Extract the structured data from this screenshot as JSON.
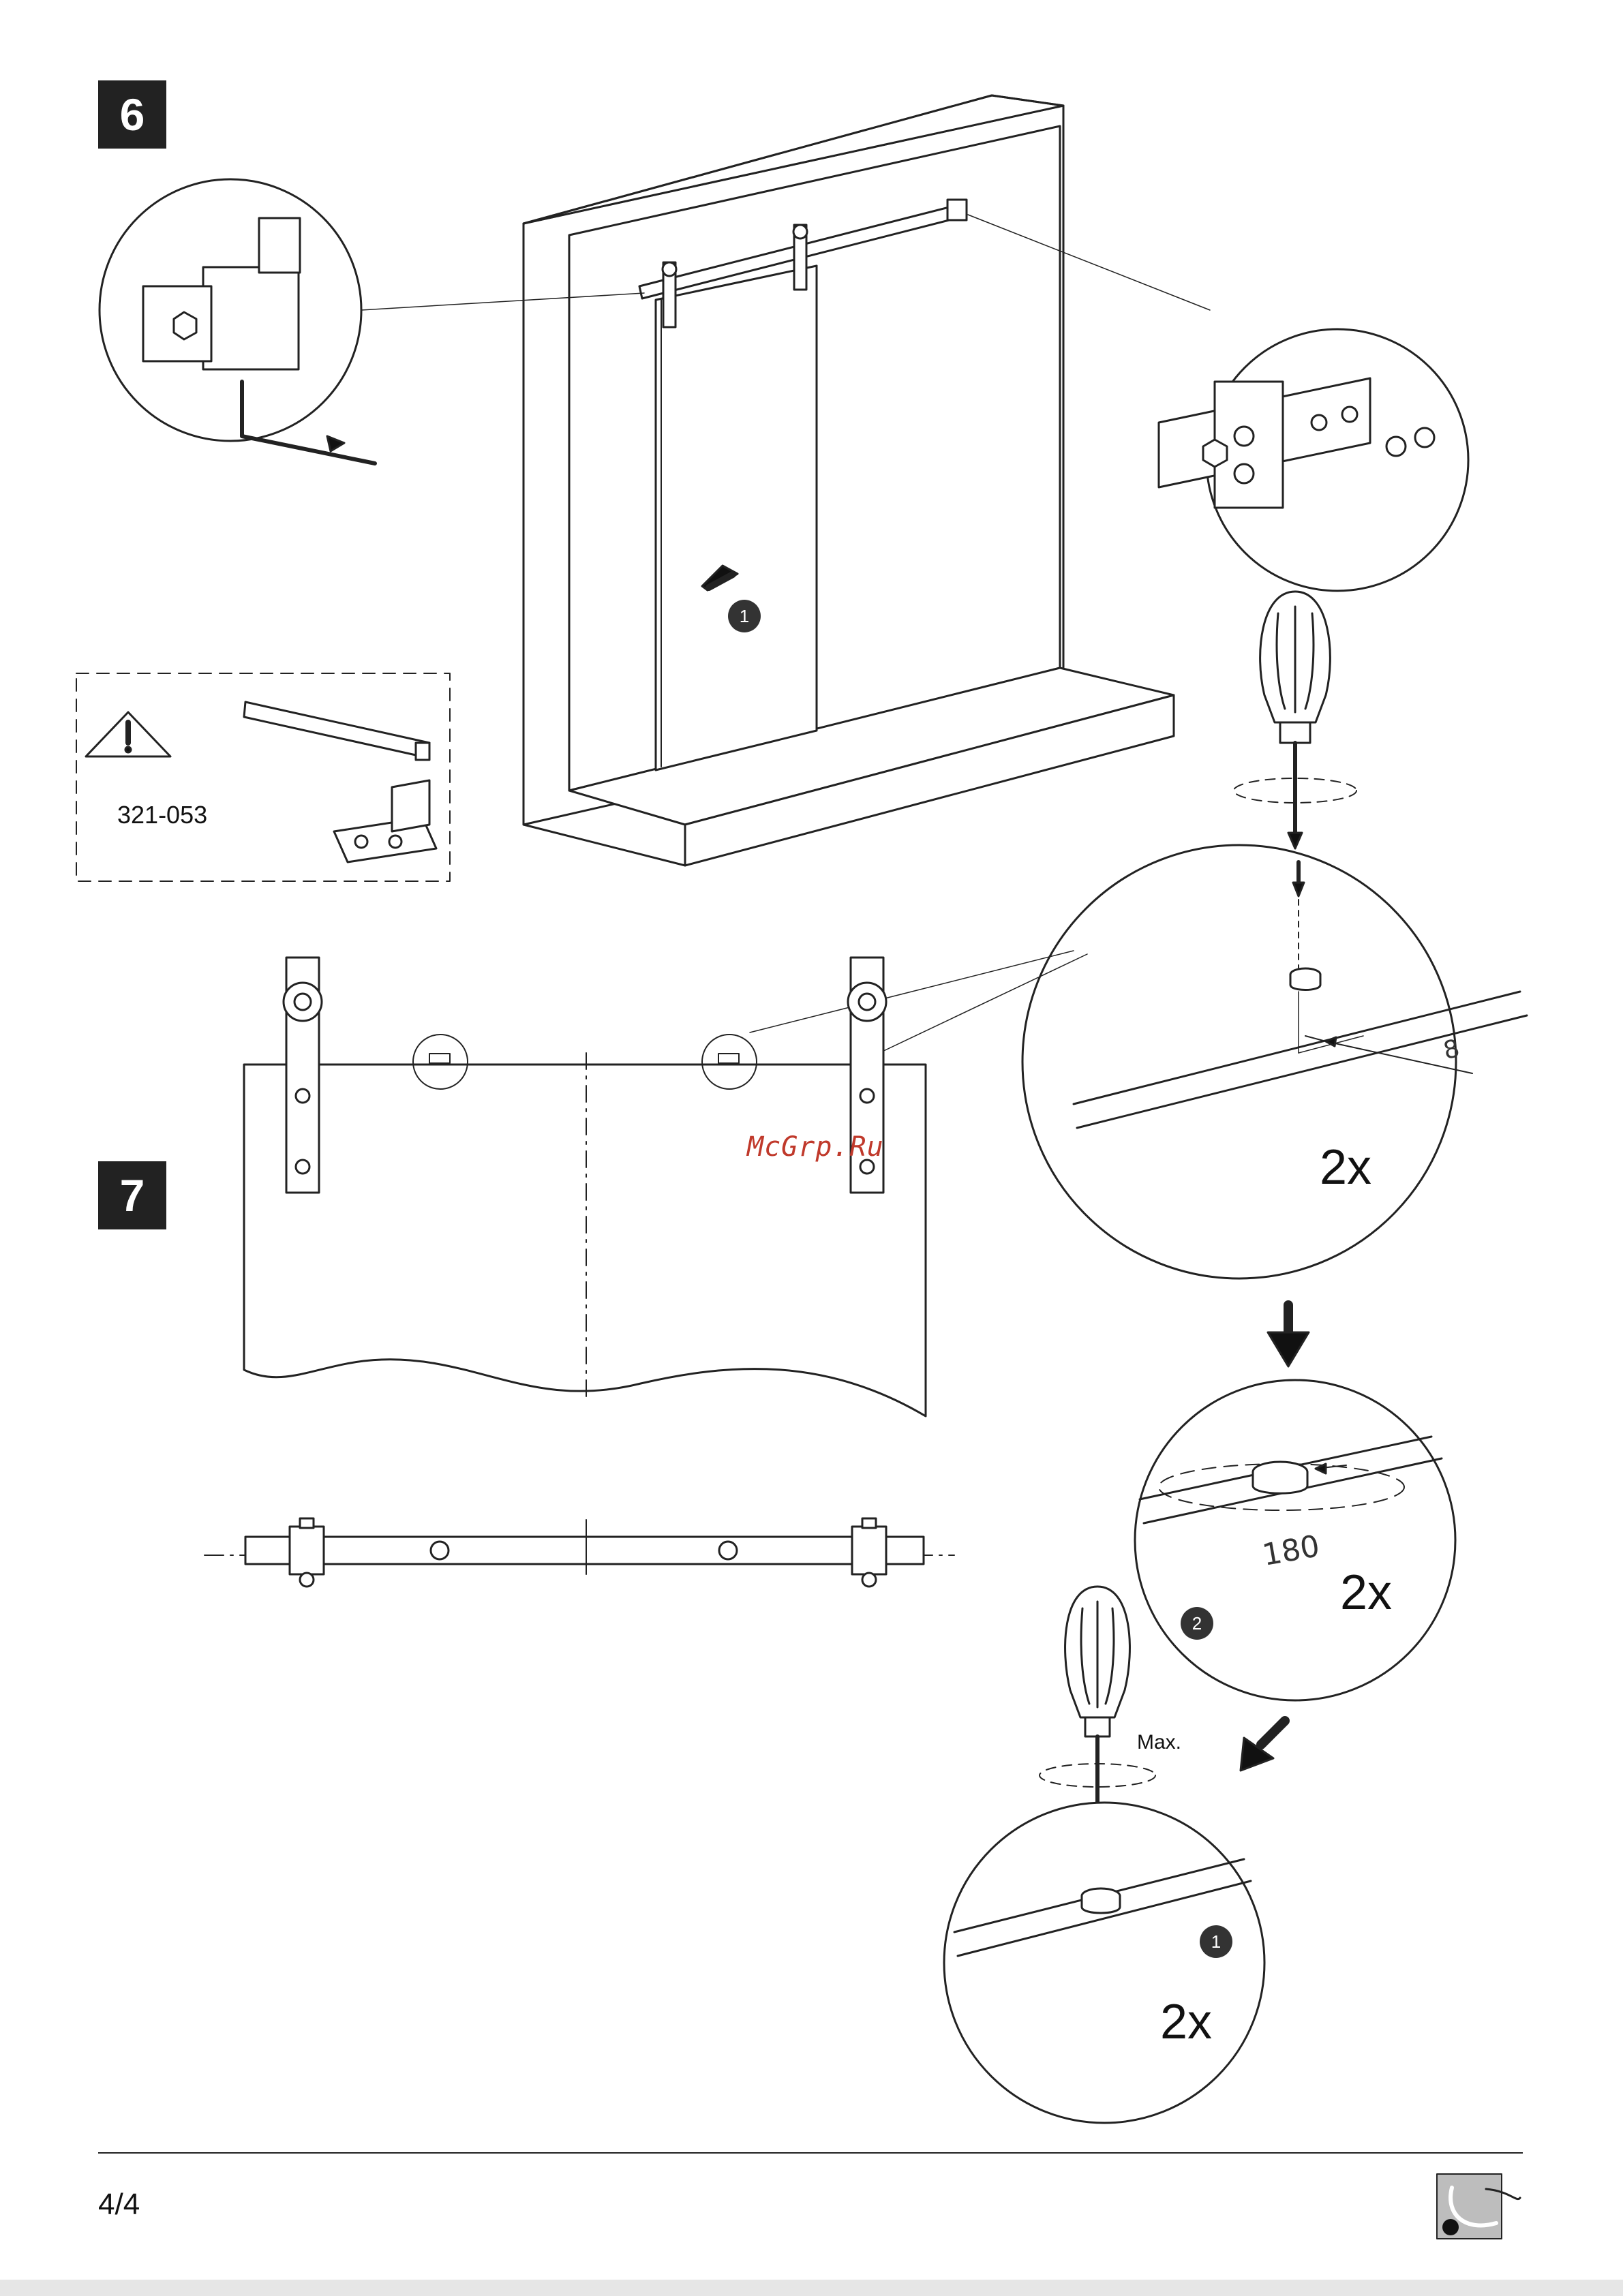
{
  "steps": {
    "step6": "6",
    "step7": "7"
  },
  "warning": {
    "icon": "warning-triangle-icon",
    "part_number": "321-053"
  },
  "circle_numbers": {
    "n1": "1",
    "n2": "2",
    "n3": "1",
    "n4": "1"
  },
  "callouts": {
    "dimension_8": "8",
    "angle_180": "180",
    "qty_a": "2x",
    "qty_b": "2x",
    "qty_c": "2x",
    "max_label": "Max."
  },
  "watermark": "McGrp.Ru",
  "footer": {
    "page": "4/4",
    "logo_icon": "brand-logo-icon"
  },
  "colors": {
    "ink": "#222222",
    "watermark": "#c0392b",
    "badge": "#222222"
  }
}
